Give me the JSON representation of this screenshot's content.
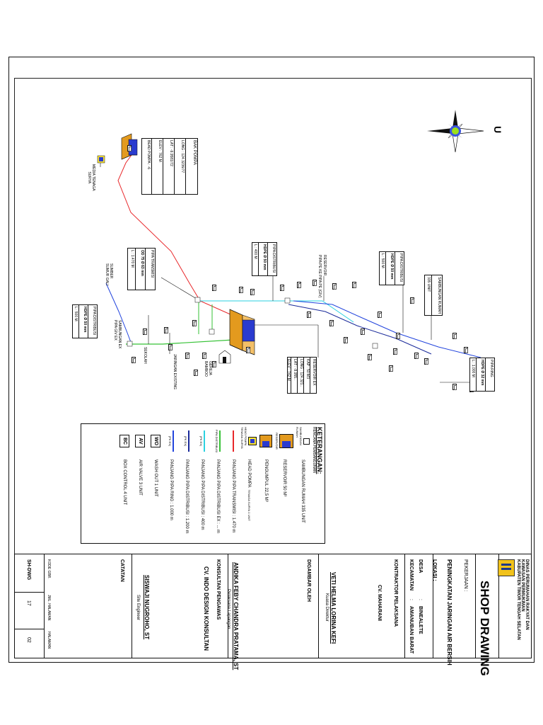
{
  "title_block": {
    "agency_lines": [
      "DINAS PERUMAHAN RAKYAT DAN",
      "KAWASAN PERMUKIMAN",
      "KABUPATEN TIMOR TENGAH SELATAN"
    ],
    "drawing_type": "SHOP DRAWING",
    "pekerjaan_label": "PEKERJAAN :",
    "pekerjaan_value": "PENINGKATAN JARINGAN AIR BERSIH",
    "lokasi_label": "LOKASI :",
    "desa_label": "DESA",
    "desa_value": "BINEALETE",
    "kecamatan_label": "KECAMATAN",
    "kecamatan_value": "AMANUBAN BARAT",
    "colon": ":",
    "kontraktor_label": "KONTRAKTOR PELAKSANA",
    "kontraktor_name": "CV. MAHARANI",
    "director_name": "VETI HELMA LORINA KEFI",
    "director_title": "Kuasa Direktur",
    "digambar_label": "DIGAMBAR OLEH",
    "drafter_name": "ANDIKA FEBY CHANDRA PRATAMA, ST",
    "drafter_title": "Pelaksana Lapangan",
    "konsultan_label": "KONSULTAN PENGAWAS",
    "konsultan_name": "CV. INDO DESIGN KONSULTAN",
    "engineer_name": "SISWAJI NUGROHO, ST",
    "engineer_title": "Site Engineer",
    "catatan_label": "CATATAN",
    "kode_label": "KODE GBR.",
    "jml_label": "JML. HALAMAN",
    "hal_label": "HALAMAN",
    "kode_value": "SH-DWG",
    "jml_value": "17",
    "hal_value": "02"
  },
  "north_label": "U",
  "legend": {
    "title": "KETERANGAN:",
    "subtitle": "RENCANA PEMBANGUNAN",
    "items": [
      {
        "symbol": "house",
        "small": "SAMBUNGAN RUMAH",
        "text": "SAMBUNGAN RUMAH 335 UNIT"
      },
      {
        "symbol": "reservoir",
        "small": "RESERVOIR",
        "text": "RESERVOIR 50 M³"
      },
      {
        "symbol": "pengumpul",
        "small": "",
        "text": "PENGUMPUL 22,5 M³"
      },
      {
        "symbol": "pump",
        "small": "HEAD POMPA TENAGA SURYA",
        "text": "HEAD POMPA",
        "note": "TENAGA SURYA 1 UNIT"
      },
      {
        "symbol": "red-line",
        "small": "",
        "text": "PANJANG PIPA TRANSMISI : 1.470 m"
      },
      {
        "symbol": "green-line",
        "small": "PIPA DISTRIBUSI",
        "text": "PANJANG PIPA DISTRIBUSI EX : ... m"
      },
      {
        "symbol": "cyan-line",
        "small": "(PK EX)",
        "text": "PANJANG PIPA DISTRIBUSI : 400 m"
      },
      {
        "symbol": "navy-line",
        "small": "(PK EX)",
        "text": "PANJANG PIPA DISTRIBUSI : 1.200 m"
      },
      {
        "symbol": "blue-line",
        "small": "(PK EX)",
        "text": "PANJANG PIPA RING : 1.000 m"
      },
      {
        "symbol": "box",
        "code": "WO",
        "small": "",
        "text": "WASH OUT 1 UNIT"
      },
      {
        "symbol": "box",
        "code": "AV",
        "small": "",
        "text": "AIR VALVE 3 UNIT"
      },
      {
        "symbol": "box",
        "code": "BC",
        "small": "",
        "text": "BOX CONTROL 4 UNIT"
      }
    ]
  },
  "map_labels": {
    "bak_pompa": [
      "BAK POMPA",
      "LONG : 124.3236/77",
      "LAT : -9.9581/72",
      "ELEV : 762 M",
      "BEAD POMPA : -6"
    ],
    "media_tenaga": [
      "MEDIA TENAGA",
      "SURYA"
    ],
    "pipa_transmisi": [
      "PIPA TRANSMISI",
      "OD 75 Ø 63 mm",
      "L : 1.470 M"
    ],
    "pipa_distribusi_1": [
      "PIPA DISTRIBUSI",
      "HDPE Ø 50 mm",
      "L : 400 M"
    ],
    "reservoir_label": [
      "RESERVOIR",
      "PIPA PE KE PIPA PE (GIV)"
    ],
    "pipa_distribusi_2": [
      "PIPA DISTRIBUSI",
      "HDPE Ø 50 mm",
      "L : 500 M"
    ],
    "sambungan_rumah": [
      "SAMBUNGAN RUMAH",
      "335 UNIT"
    ],
    "reservoir_ex": [
      "RESERVOIR EX",
      "KAP : 50 M3",
      "LONG : 124.321..",
      "LAT : -9.955..",
      "ELEV : 742 M"
    ],
    "pipa_ring": [
      "PIPA RING",
      "HDPE Ø 32 mm",
      "L : 1.000 M"
    ],
    "sumber": [
      "SUMBER",
      "SUMUR GALI"
    ],
    "pipa_distribusi_3": [
      "PIPA DISTRIBUSI",
      "HDPE Ø 50 mm",
      "L : 500 M"
    ],
    "sambungan_ex": [
      "SAMBUNGAN EX",
      "PIPA GIV EX"
    ],
    "jaringan_existing": "JARINGAN EXISTING",
    "sekolah": "SEKOLAH",
    "gereja": [
      "GEREJA",
      "BAMBOO"
    ]
  },
  "colors": {
    "transmisi": "#e8272a",
    "distribusi_ex": "#36c236",
    "distribusi": "#2bd1e0",
    "distribusi_navy": "#1a2a9a",
    "ring": "#2244dd",
    "reservoir_blue": "#2a3bcf",
    "tank_orange": "#e39a1e"
  }
}
